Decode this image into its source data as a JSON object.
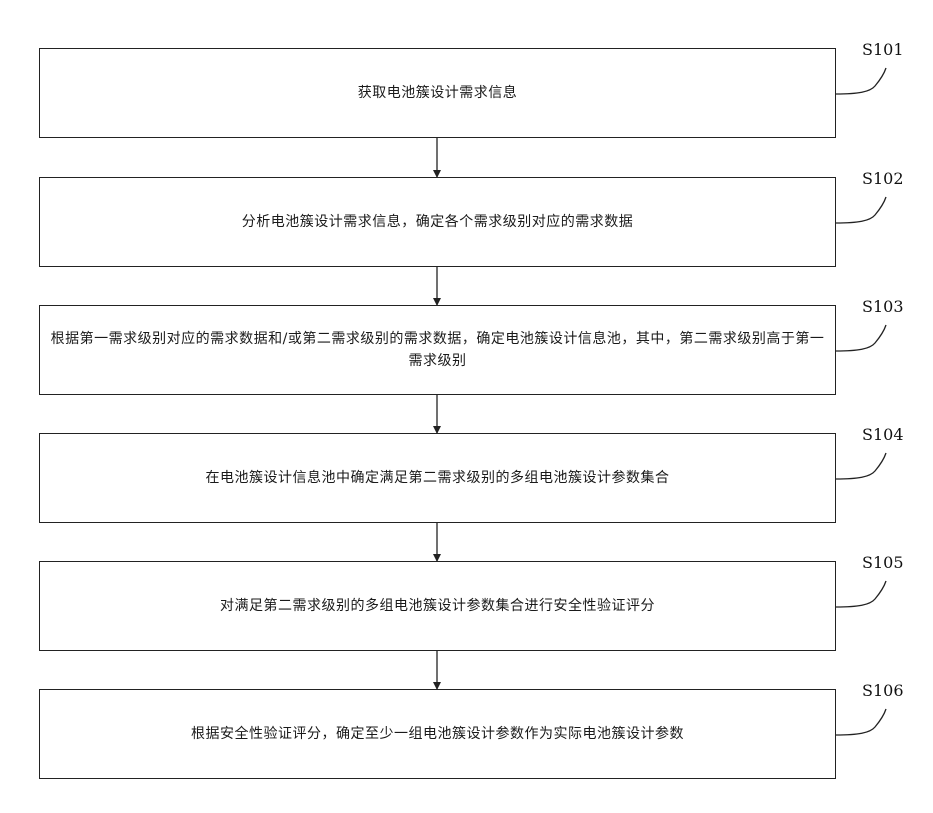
{
  "steps": [
    {
      "label": "S101",
      "text": "获取电池簇设计需求信息"
    },
    {
      "label": "S102",
      "text": "分析电池簇设计需求信息，确定各个需求级别对应的需求数据"
    },
    {
      "label": "S103",
      "text": "根据第一需求级别对应的需求数据和/或第二需求级别的需求数据，确定电池簇设计信息池，其中，第二需求级别高于第一需求级别"
    },
    {
      "label": "S104",
      "text": "在电池簇设计信息池中确定满足第二需求级别的多组电池簇设计参数集合"
    },
    {
      "label": "S105",
      "text": "对满足第二需求级别的多组电池簇设计参数集合进行安全性验证评分"
    },
    {
      "label": "S106",
      "text": "根据安全性验证评分，确定至少一组电池簇设计参数作为实际电池簇设计参数"
    }
  ]
}
